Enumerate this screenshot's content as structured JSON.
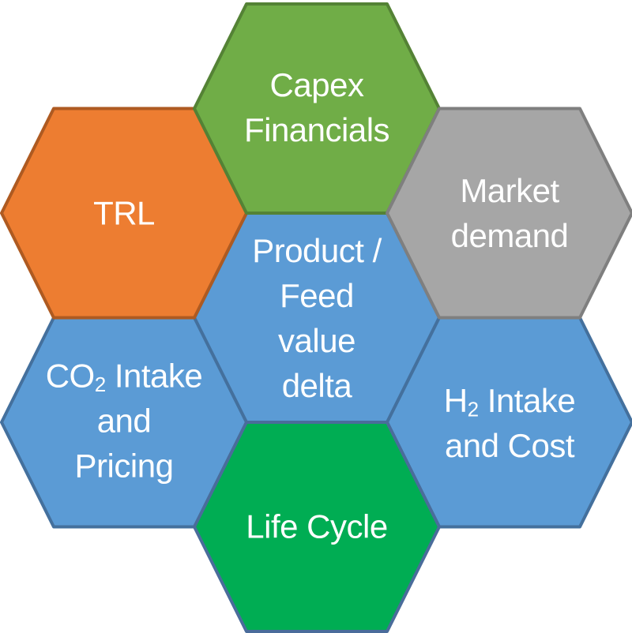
{
  "diagram": {
    "kind": "hexagon-honeycomb",
    "text_color": "#ffffff",
    "hexagons": {
      "product": {
        "name": "Product / Feed value delta",
        "fill": "#5B9BD5",
        "stroke": "#44709D",
        "lines": [
          "Product /",
          "Feed",
          "value",
          "delta"
        ]
      },
      "capex": {
        "name": "Capex Financials",
        "fill": "#70AD47",
        "stroke": "#548235",
        "lines": [
          "Capex",
          "Financials"
        ]
      },
      "trl": {
        "name": "TRL",
        "fill": "#ED7D31",
        "stroke": "#AE5A21",
        "lines": [
          "TRL"
        ]
      },
      "market": {
        "name": "Market demand",
        "fill": "#A6A6A6",
        "stroke": "#7F7F7F",
        "lines": [
          "Market",
          "demand"
        ]
      },
      "co2": {
        "name": "CO2 Intake and Pricing",
        "fill": "#5B9BD5",
        "stroke": "#44709D",
        "line1": {
          "pre": "CO",
          "sub": "2",
          "post": " Intake"
        },
        "lines": [
          "and",
          "Pricing"
        ]
      },
      "h2": {
        "name": "H2 Intake and Cost",
        "fill": "#5B9BD5",
        "stroke": "#44709D",
        "line1": {
          "pre": "H",
          "sub": "2",
          "post": " Intake"
        },
        "lines": [
          "and Cost"
        ]
      },
      "lifecycle": {
        "name": "Life Cycle",
        "fill": "#00AD53",
        "stroke": "#4A6C9B",
        "lines": [
          "Life Cycle"
        ]
      }
    }
  }
}
